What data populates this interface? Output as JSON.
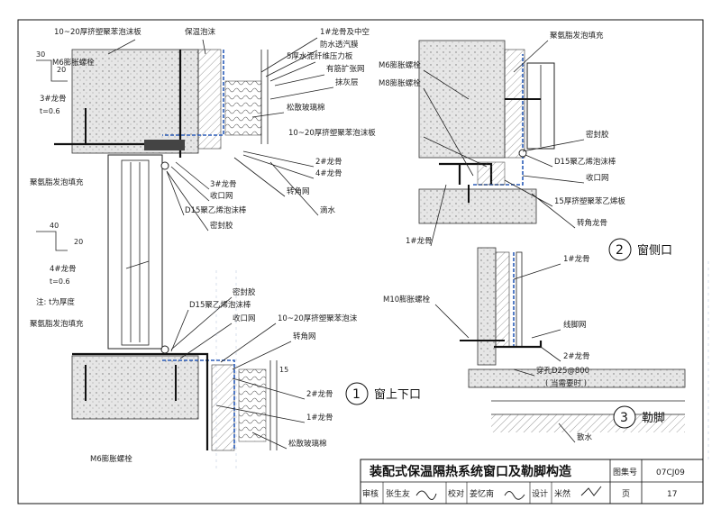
{
  "top_left": {
    "dim_30_20": [
      "30",
      "20"
    ],
    "keel3": "3#龙骨",
    "t06_a": "t=0.6",
    "dim_40_20": [
      "40",
      "20"
    ],
    "keel4": "4#龙骨",
    "t06_b": "t=0.6",
    "note": "注: t为厚度",
    "pu_fill_a": "聚氨脂发泡填充",
    "pu_fill_b": "聚氨脂发泡填充",
    "m6_bolt_a": "M6膨胀螺栓",
    "m6_bolt_b": "M6膨胀螺栓"
  },
  "d1_labels": {
    "xps_board": "10~20厚挤塑聚苯泡沫板",
    "insul_foam": "保温泡沫",
    "keel1_hollow": "1#龙骨及中空",
    "vapor": "防水透汽膜",
    "cement_board": "5厚水泥纤维压力板",
    "rib_mesh": "有筋扩张网",
    "plaster": "抹灰层",
    "glass_wool": "松散玻璃棉",
    "keel2": "2#龙骨",
    "keel4": "4#龙骨",
    "keel3": "3#龙骨",
    "finish_net": "收口网",
    "pe_rod": "D15聚乙烯泡沫棒",
    "sealant": "密封胶",
    "corner_net": "转角网",
    "drip": "滴水",
    "sealant_b": "密封胶",
    "pe_rod_b": "D15聚乙烯泡沫棒",
    "finish_net_b": "收口网",
    "xps_b": "10~20厚挤塑聚苯泡沫",
    "corner_net_b": "转角网",
    "keel2_b": "2#龙骨",
    "keel1_b": "1#龙骨",
    "glass_wool_b": "松散玻璃棉",
    "dim_mark": "15"
  },
  "d2_labels": {
    "pu_fill": "聚氨脂发泡填充",
    "m6": "M6膨胀螺栓",
    "m8": "M8膨胀螺栓",
    "sealant": "密封胶",
    "xps": "10~20厚挤塑聚苯泡沫板",
    "pe_rod": "D15聚乙烯泡沫棒",
    "finish_net": "收口网",
    "xps15": "15厚挤塑聚苯乙烯板",
    "corner_keel": "转角龙骨",
    "keel1": "1#龙骨"
  },
  "d3_labels": {
    "keel1": "1#龙骨",
    "m10": "M10膨胀螺栓",
    "plinth_net": "线脚网",
    "keel2": "2#龙骨",
    "hole": "穿孔D25@800",
    "hole_note": "( 当需要时 )",
    "apron": "散水"
  },
  "callouts": [
    {
      "num": "1",
      "title": "窗上下口"
    },
    {
      "num": "2",
      "title": "窗侧口"
    },
    {
      "num": "3",
      "title": "勒脚"
    }
  ],
  "title_block": {
    "title": "装配式保温隔热系统窗口及勒脚构造",
    "atlas_label": "图集号",
    "atlas_no": "07CJ09",
    "review": "审核",
    "reviewer": "张生友",
    "check": "校对",
    "checker": "姜忆南",
    "design": "设计",
    "designer": "米然",
    "page_label": "页",
    "page_no": "17"
  },
  "colors": {
    "line": "#222222",
    "membrane_blue": "#2a5cb8",
    "hatch_gray": "#bdbdbd",
    "watermark": "#8fa6c8"
  }
}
